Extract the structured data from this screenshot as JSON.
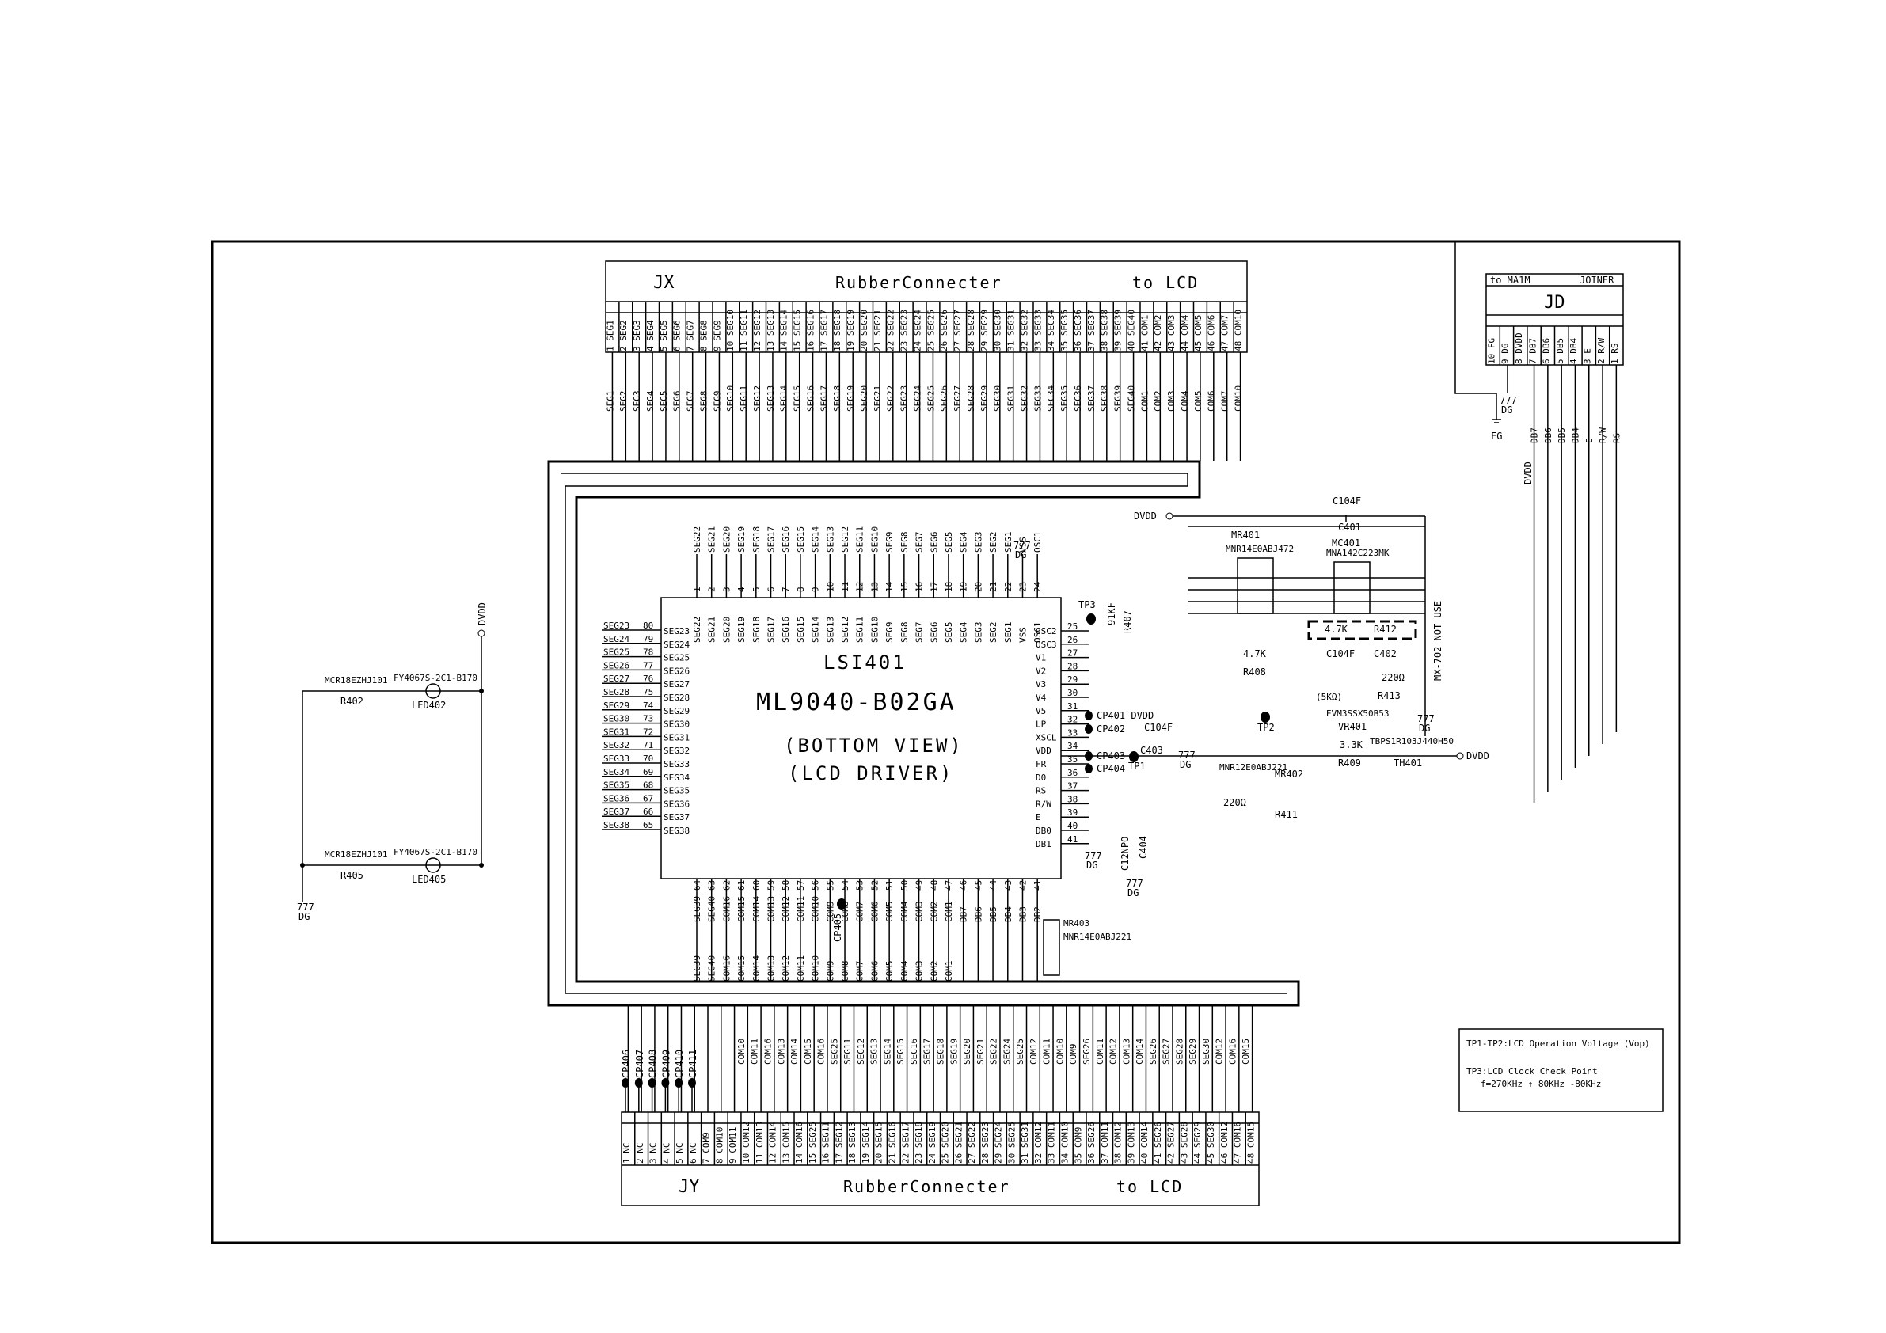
{
  "connectors": {
    "jx": {
      "ref": "JX",
      "title": "RubberConnecter",
      "to": "to LCD",
      "pins": [
        "SEG1",
        "SEG2",
        "SEG3",
        "SEG4",
        "SEG5",
        "SEG6",
        "SEG7",
        "SEG8",
        "SEG9",
        "SEG10",
        "SEG11",
        "SEG12",
        "SEG13",
        "SEG14",
        "SEG15",
        "SEG16",
        "SEG17",
        "SEG18",
        "SEG19",
        "SEG20",
        "SEG21",
        "SEG22",
        "SEG23",
        "SEG24",
        "SEG25",
        "SEG26",
        "SEG27",
        "SEG28",
        "SEG29",
        "SEG30",
        "SEG31",
        "SEG32",
        "SEG33",
        "SEG34",
        "SEG35",
        "SEG36",
        "SEG37",
        "SEG38",
        "SEG39",
        "SEG40",
        "COM1",
        "COM2",
        "COM3",
        "COM4",
        "COM5",
        "COM6",
        "COM7",
        "COM10"
      ]
    },
    "jy": {
      "ref": "JY",
      "title": "RubberConnecter",
      "to": "to LCD",
      "pins": [
        "NC",
        "NC",
        "NC",
        "NC",
        "NC",
        "NC",
        "COM9",
        "COM10",
        "COM11",
        "COM12",
        "COM13",
        "COM14",
        "COM15",
        "COM16",
        "SEG25",
        "SEG11",
        "SEG12",
        "SEG13",
        "SEG14",
        "SEG15",
        "SEG16",
        "SEG17",
        "SEG18",
        "SEG19",
        "SEG20",
        "SEG21",
        "SEG22",
        "SEG23",
        "SEG24",
        "SEG25",
        "SEG31",
        "COM12",
        "COM11",
        "COM10",
        "COM9",
        "SEG26",
        "COM11",
        "COM12",
        "COM13",
        "COM14",
        "SEG26",
        "SEG27",
        "SEG28",
        "SEG29",
        "SEG30",
        "COM12",
        "COM16",
        "COM15"
      ],
      "wires": [
        "COM10",
        "COM11",
        "COM16",
        "COM13",
        "COM14",
        "COM15",
        "COM16",
        "SEG25",
        "SEG11",
        "SEG12",
        "SEG13",
        "SEG14",
        "SEG15",
        "SEG16",
        "SEG17",
        "SEG18",
        "SEG19",
        "SEG20",
        "SEG21",
        "SEG22",
        "SEG24",
        "SEG25",
        "COM12",
        "COM11",
        "COM10",
        "COM9",
        "SEG26",
        "COM11",
        "COM12",
        "COM13",
        "COM14",
        "SEG26",
        "SEG27",
        "SEG28",
        "SEG29",
        "SEG30",
        "COM12",
        "COM16",
        "COM15"
      ]
    },
    "jd": {
      "ref": "JD",
      "to": "to MA1M",
      "joiner": "JOINER",
      "pins": [
        "FG",
        "DG",
        "DVDD",
        "DB7",
        "DB6",
        "DB5",
        "DB4",
        "E",
        "R/W",
        "RS"
      ],
      "nums": [
        "10",
        "9",
        "8",
        "7",
        "6",
        "5",
        "4",
        "3",
        "2",
        "1"
      ]
    }
  },
  "lsi": {
    "ref": "LSI401",
    "part": "ML9040-B02GA",
    "view": "(BOTTOM VIEW)",
    "func": "(LCD DRIVER)",
    "top_pins": [
      "SEG22",
      "SEG21",
      "SEG20",
      "SEG19",
      "SEG18",
      "SEG17",
      "SEG16",
      "SEG15",
      "SEG14",
      "SEG13",
      "SEG12",
      "SEG11",
      "SEG10",
      "SEG9",
      "SEG8",
      "SEG7",
      "SEG6",
      "SEG5",
      "SEG4",
      "SEG3",
      "SEG2",
      "SEG1",
      "VSS",
      "OSC1"
    ],
    "left_pins": [
      [
        "SEG23",
        "80"
      ],
      [
        "SEG24",
        "79"
      ],
      [
        "SEG25",
        "78"
      ],
      [
        "SEG26",
        "77"
      ],
      [
        "SEG27",
        "76"
      ],
      [
        "SEG28",
        "75"
      ],
      [
        "SEG29",
        "74"
      ],
      [
        "SEG30",
        "73"
      ],
      [
        "SEG31",
        "72"
      ],
      [
        "SEG32",
        "71"
      ],
      [
        "SEG33",
        "70"
      ],
      [
        "SEG34",
        "69"
      ],
      [
        "SEG35",
        "68"
      ],
      [
        "SEG36",
        "67"
      ],
      [
        "SEG37",
        "66"
      ],
      [
        "SEG38",
        "65"
      ]
    ],
    "right_pins": [
      [
        "OSC2",
        "25"
      ],
      [
        "OSC3",
        "26"
      ],
      [
        "V1",
        "27"
      ],
      [
        "V2",
        "28"
      ],
      [
        "V3",
        "29"
      ],
      [
        "V4",
        "30"
      ],
      [
        "V5",
        "31"
      ],
      [
        "LP",
        "32"
      ],
      [
        "XSCL",
        "33"
      ],
      [
        "VDD",
        "34"
      ],
      [
        "FR",
        "35"
      ],
      [
        "D0",
        "36"
      ],
      [
        "RS",
        "37"
      ],
      [
        "R/W",
        "38"
      ],
      [
        "E",
        "39"
      ],
      [
        "DB0",
        "40"
      ],
      [
        "DB1",
        "41"
      ]
    ],
    "bottom_pins": [
      [
        "SEG39",
        "64"
      ],
      [
        "SEG40",
        "63"
      ],
      [
        "COM16",
        "62"
      ],
      [
        "COM15",
        "61"
      ],
      [
        "COM14",
        "60"
      ],
      [
        "COM13",
        "59"
      ],
      [
        "COM12",
        "58"
      ],
      [
        "COM11",
        "57"
      ],
      [
        "COM10",
        "56"
      ],
      [
        "COM9",
        "55"
      ],
      [
        "COM8",
        "54"
      ],
      [
        "COM7",
        "53"
      ],
      [
        "COM6",
        "52"
      ],
      [
        "COM5",
        "51"
      ],
      [
        "COM4",
        "50"
      ],
      [
        "COM3",
        "49"
      ],
      [
        "COM2",
        "48"
      ],
      [
        "COM1",
        "47"
      ],
      [
        "DB7",
        "46"
      ],
      [
        "DB6",
        "45"
      ],
      [
        "DB5",
        "44"
      ],
      [
        "DB4",
        "43"
      ],
      [
        "DB3",
        "42"
      ],
      [
        "DB2",
        "41"
      ]
    ]
  },
  "parts": {
    "r402": {
      "ref": "R402",
      "part": "MCR18EZHJ101"
    },
    "r405": {
      "ref": "R405",
      "part": "MCR18EZHJ101"
    },
    "led402": {
      "ref": "LED402",
      "part": "FY4067S-2C1-B170"
    },
    "led405": {
      "ref": "LED405",
      "part": "FY4067S-2C1-B170"
    },
    "mr401": {
      "ref": "MR401",
      "part": "MNR14E0ABJ472"
    },
    "mc401": {
      "ref": "MC401",
      "part": "MNA142C223MK"
    },
    "c401": {
      "ref": "C401",
      "part": "C104F"
    },
    "r407": {
      "ref": "R407",
      "part": "91KF"
    },
    "r412": {
      "ref": "R412",
      "val": "4.7K"
    },
    "r408": {
      "ref": "R408",
      "val": "4.7K"
    },
    "c402": {
      "ref": "C402",
      "part": "C104F"
    },
    "r413": {
      "ref": "R413",
      "val": "220Ω"
    },
    "vr401": {
      "ref": "VR401",
      "part": "EVM3SSX50B53",
      "val": "(5KΩ)"
    },
    "c403": {
      "ref": "C403",
      "part": "C104F"
    },
    "r409": {
      "ref": "R409",
      "val": "3.3K"
    },
    "th401": {
      "ref": "TH401",
      "part": "TBPS1R103J440H50"
    },
    "mr402": {
      "ref": "MR402",
      "part": "MNR12E0ABJ221"
    },
    "r411": {
      "ref": "R411",
      "val": "220Ω"
    },
    "c404": {
      "ref": "C404",
      "part": "C12NPO"
    },
    "mr403": {
      "ref": "MR403",
      "part": "MNR14E0ABJ221"
    },
    "not_use": "MX-702 NOT USE"
  },
  "nets": {
    "dvdd": "DVDD",
    "dg": "DG",
    "fg": "FG",
    "ground": "777"
  },
  "testpoints": {
    "tp1": "TP1",
    "tp2": "TP2",
    "tp3": "TP3",
    "cp": [
      "CP401 DVDD",
      "CP402",
      "CP403",
      "CP404",
      "CP405"
    ],
    "cp_jy": [
      "CP406",
      "CP407",
      "CP408",
      "CP409",
      "CP410",
      "CP411"
    ]
  },
  "notes": {
    "line1": "TP1-TP2:LCD Operation Voltage (Vop)",
    "line2": "TP3:LCD Clock Check Point",
    "line3": "f=270KHz ↑ 80KHz -80KHz"
  }
}
